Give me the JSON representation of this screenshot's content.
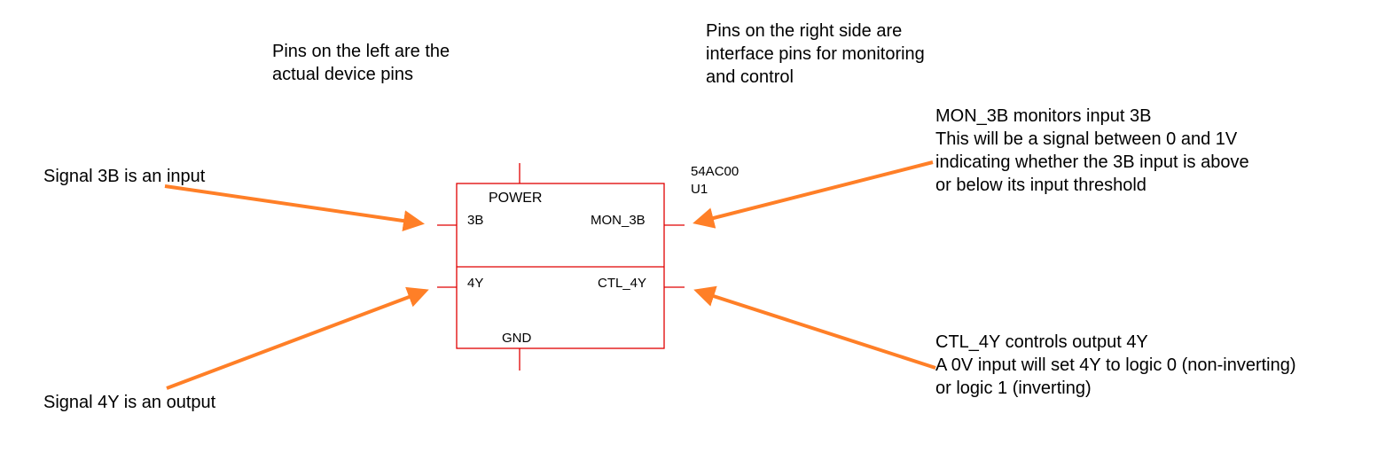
{
  "notes": {
    "left_pins": [
      "Pins on the left are the",
      "actual device pins"
    ],
    "right_pins": [
      "Pins on the right side are",
      "interface pins for monitoring",
      "and control"
    ],
    "signal_3b": "Signal 3B is an input",
    "signal_4y": "Signal 4Y is an output",
    "mon_3b": [
      "MON_3B monitors input 3B",
      "This will be a signal between 0 and 1V",
      "indicating whether the 3B input is above",
      "or below its input threshold"
    ],
    "ctl_4y": [
      "CTL_4Y controls output 4Y",
      "A 0V input will set 4Y to logic 0 (non-inverting)",
      "or logic 1 (inverting)"
    ]
  },
  "component": {
    "part": "54AC00",
    "refdes": "U1",
    "pins": {
      "power": "POWER",
      "gnd": "GND",
      "p3b": "3B",
      "p4y": "4Y",
      "mon": "MON_3B",
      "ctl": "CTL_4Y"
    }
  },
  "colors": {
    "arrow": "#ff7f27",
    "symbol": "#e00000"
  }
}
